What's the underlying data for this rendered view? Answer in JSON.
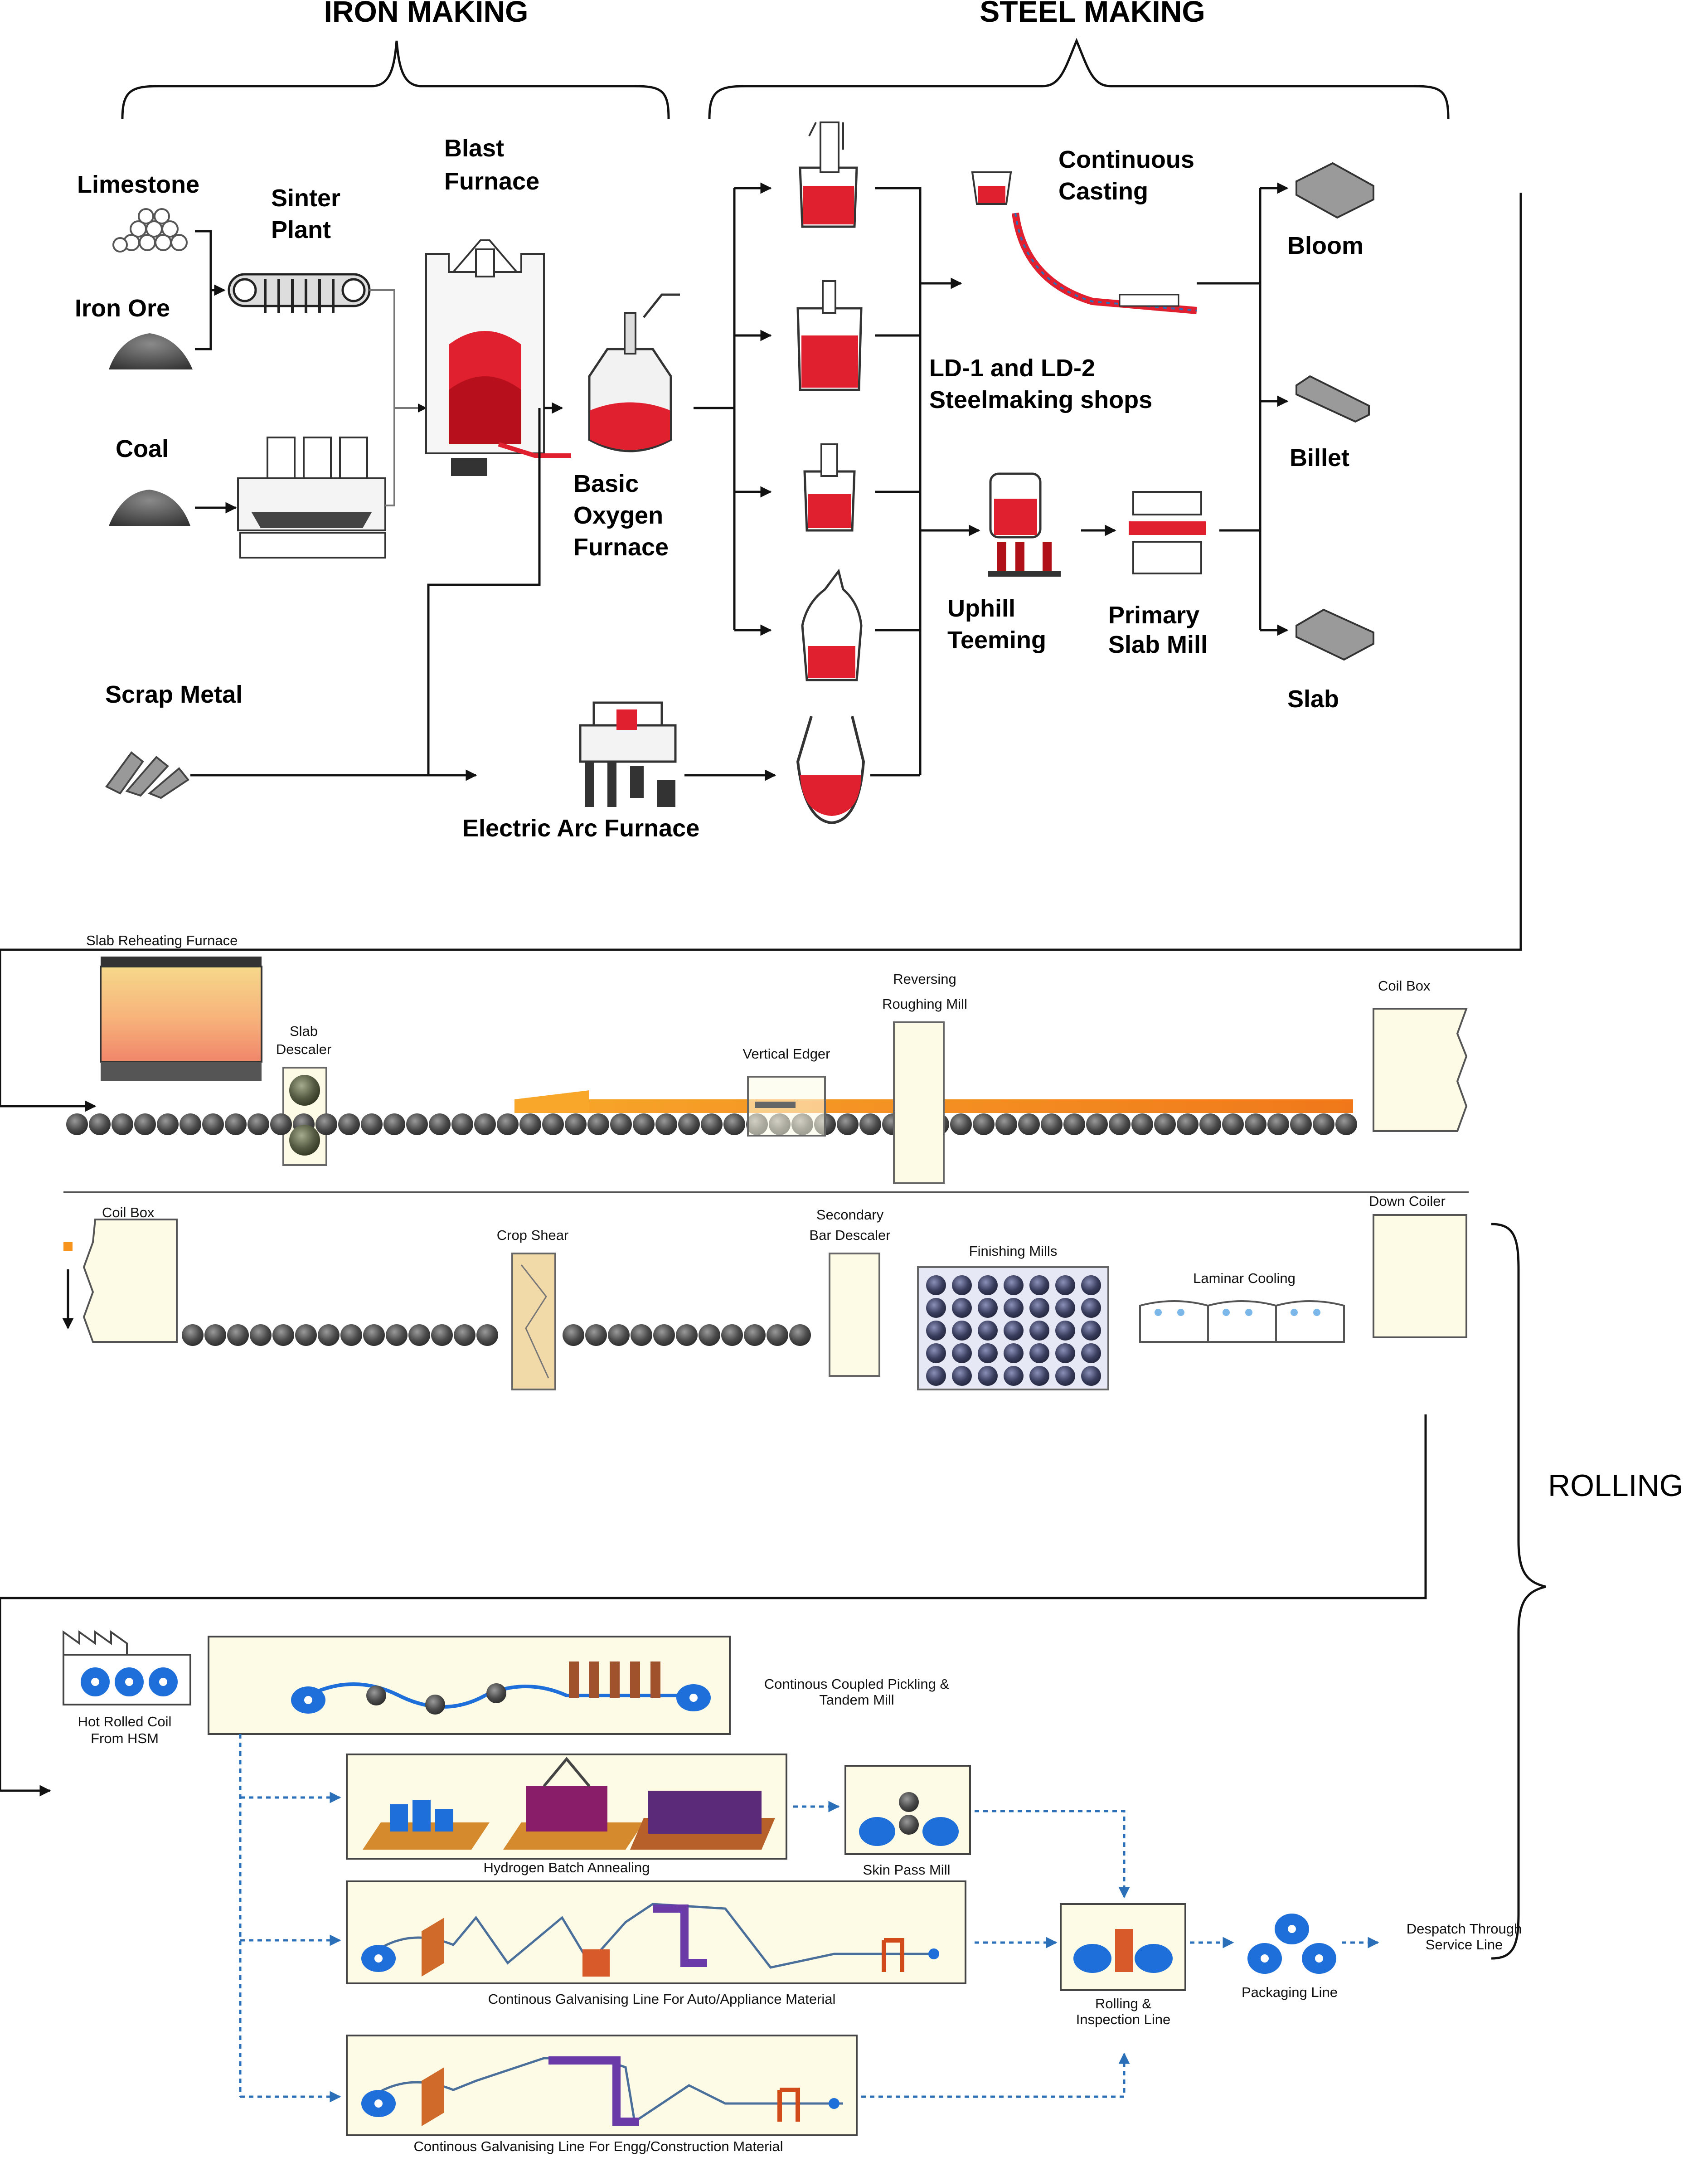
{
  "sections": {
    "iron_making": "IRON MAKING",
    "steel_making": "STEEL MAKING",
    "rolling": "ROLLING"
  },
  "iron_making": {
    "limestone": "Limestone",
    "iron_ore": "Iron Ore",
    "coal": "Coal",
    "scrap_metal": "Scrap Metal",
    "sinter_plant": [
      "Sinter",
      "Plant"
    ],
    "blast_furnace": [
      "Blast",
      "Furnace"
    ],
    "basic_oxygen_furnace": [
      "Basic",
      "Oxygen",
      "Furnace"
    ],
    "electric_arc_furnace": "Electric Arc Furnace"
  },
  "steel_making": {
    "continuous_casting": [
      "Continuous",
      "Casting"
    ],
    "ld_shops": [
      "LD-1 and LD-2",
      "Steelmaking shops"
    ],
    "uphill_teeming": [
      "Uphill",
      "Teeming"
    ],
    "primary_slab_mill": [
      "Primary",
      "Slab Mill"
    ],
    "bloom": "Bloom",
    "billet": "Billet",
    "slab": "Slab"
  },
  "hot_strip_mill": {
    "slab_reheating_furnace": "Slab Reheating Furnace",
    "slab_descaler": [
      "Slab",
      "Descaler"
    ],
    "vertical_edger": "Vertical Edger",
    "reversing_roughing_mill": [
      "Reversing",
      "Roughing Mill"
    ],
    "coil_box_1": "Coil Box",
    "coil_box_2": "Coil Box",
    "crop_shear": "Crop Shear",
    "secondary_bar_descaler": [
      "Secondary",
      "Bar Descaler"
    ],
    "finishing_mills": "Finishing Mills",
    "laminar_cooling": "Laminar Cooling",
    "down_coiler": "Down Coiler"
  },
  "cold_rolling": {
    "hot_rolled_coil": [
      "Hot Rolled Coil",
      "From HSM"
    ],
    "pickling_tandem": [
      "Continous Coupled Pickling &",
      "Tandem Mill"
    ],
    "hydrogen_batch_annealing": "Hydrogen Batch Annealing",
    "skin_pass_mill": "Skin Pass Mill",
    "galv_auto": "Continous Galvanising Line For Auto/Appliance Material",
    "galv_engg": "Continous Galvanising Line For Engg/Construction Material",
    "rolling_inspection": [
      "Rolling &",
      "Inspection Line"
    ],
    "packaging_line": "Packaging Line",
    "despatch": [
      "Despatch Through",
      "Service Line"
    ]
  },
  "colors": {
    "molten_steel": "#e0202e",
    "slab_orange": "#f7941d",
    "coil_blue": "#1e6fd9",
    "roll_grey": "#4a4a4a",
    "panel_cream": "#fdfbe6",
    "flow_dotted": "#2a6fb8"
  }
}
